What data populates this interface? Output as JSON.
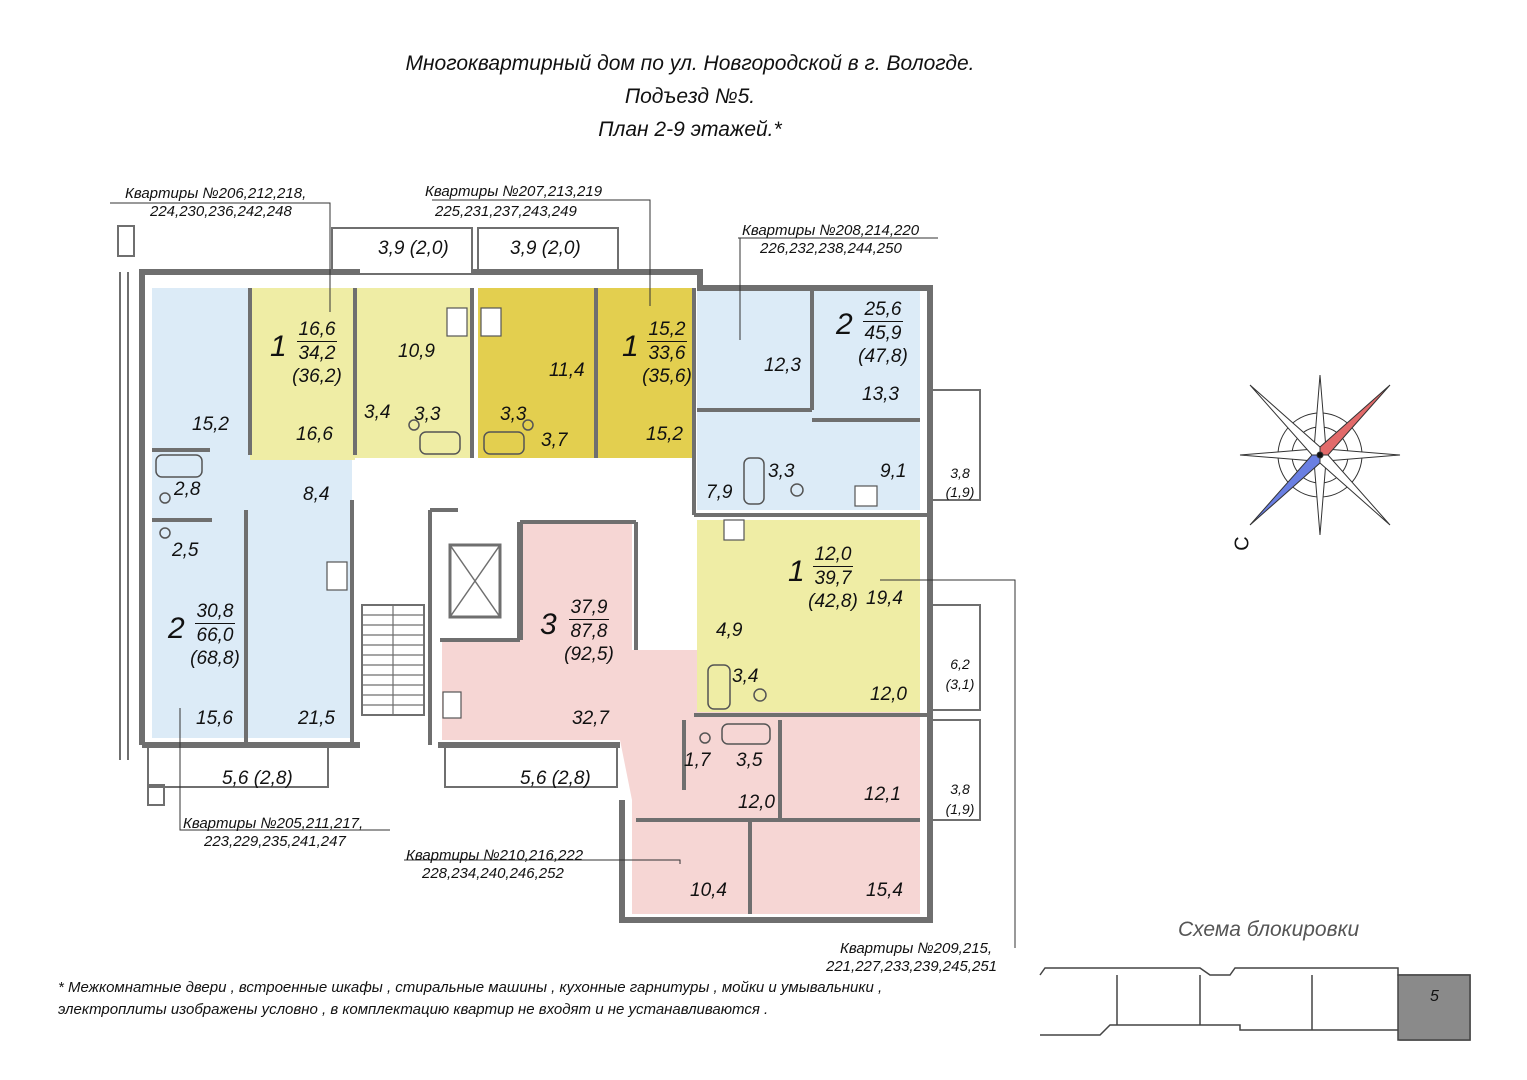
{
  "header": {
    "line1": "Многоквартирный дом по ул. Новгородской в г. Вологде.",
    "line2": "Подъезд №5.",
    "line3": "План 2-9 этажей.*"
  },
  "callouts": {
    "apt206_l1": "Квартиры №206,212,218,",
    "apt206_l2": "224,230,236,242,248",
    "apt207_l1": "Квартиры №207,213,219",
    "apt207_l2": "225,231,237,243,249",
    "apt208_l1": "Квартиры №208,214,220",
    "apt208_l2": "226,232,238,244,250",
    "apt205_l1": "Квартиры №205,211,217,",
    "apt205_l2": "223,229,235,241,247",
    "apt210_l1": "Квартиры №210,216,222",
    "apt210_l2": "228,234,240,246,252",
    "apt209_l1": "Квартиры №209,215,",
    "apt209_l2": "221,227,233,239,245,251"
  },
  "balconies": {
    "top_left": "3,9 (2,0)",
    "top_right": "3,9 (2,0)",
    "bottom_left": "5,6 (2,8)",
    "bottom_mid": "5,6 (2,8)",
    "right1_a": "3,8",
    "right1_b": "(1,9)",
    "right2_a": "6,2",
    "right2_b": "(3,1)",
    "right3_a": "3,8",
    "right3_b": "(1,9)"
  },
  "apartments": {
    "a206": {
      "rooms": "1",
      "living": "16,6",
      "total": "34,2",
      "with_balcony": "(36,2)",
      "color": "#efeda5"
    },
    "a207": {
      "rooms": "1",
      "living": "15,2",
      "total": "33,6",
      "with_balcony": "(35,6)",
      "color": "#e3cf4f"
    },
    "a208": {
      "rooms": "2",
      "living": "25,6",
      "total": "45,9",
      "with_balcony": "(47,8)",
      "color": "#dcebf7"
    },
    "a205": {
      "rooms": "2",
      "living": "30,8",
      "total": "66,0",
      "with_balcony": "(68,8)",
      "color": "#dcebf7"
    },
    "a210": {
      "rooms": "3",
      "living": "37,9",
      "total": "87,8",
      "with_balcony": "(92,5)",
      "color": "#f6d6d4"
    },
    "a209": {
      "rooms": "1",
      "living": "12,0",
      "total": "39,7",
      "with_balcony": "(42,8)",
      "color": "#efeda5"
    }
  },
  "rooms": {
    "r1": "15,2",
    "r2": "16,6",
    "r3": "10,9",
    "r4": "3,4",
    "r5": "3,3",
    "r6": "3,3",
    "r7": "11,4",
    "r8": "3,7",
    "r9": "15,2",
    "r10": "12,3",
    "r11": "13,3",
    "r12": "3,3",
    "r13": "9,1",
    "r14": "7,9",
    "r15": "2,8",
    "r16": "8,4",
    "r17": "2,5",
    "r18": "15,6",
    "r19": "21,5",
    "r20": "32,7",
    "r21": "19,4",
    "r22": "4,9",
    "r23": "3,4",
    "r24": "12,0",
    "r25": "1,7",
    "r26": "3,5",
    "r27": "12,0",
    "r28": "12,1",
    "r29": "10,4",
    "r30": "15,4"
  },
  "compass": {
    "letter": "С"
  },
  "schema": {
    "title": "Схема блокировки",
    "section": "5"
  },
  "footnote": {
    "line1": "* Межкомнатные двери , встроенные шкафы , стиральные машины , кухонные гарнитуры , мойки и умывальники ,",
    "line2": "электроплиты изображены условно , в комплектацию квартир не входят и не устанавливаются ."
  },
  "colors": {
    "wall": "#6f6f6f",
    "light_yellow": "#efeda5",
    "dark_yellow": "#e3cf4f",
    "blue": "#dcebf7",
    "pink": "#f6d6d4"
  }
}
